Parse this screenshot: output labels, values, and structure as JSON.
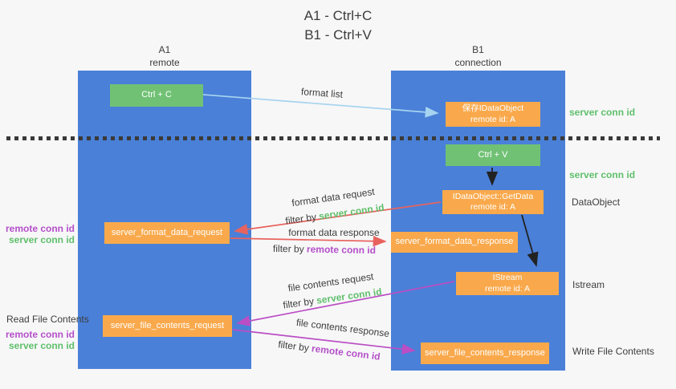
{
  "title": {
    "line1": "A1 - Ctrl+C",
    "line2": "B1 - Ctrl+V"
  },
  "lanes": {
    "left": {
      "name": "A1",
      "subtitle": "remote"
    },
    "right": {
      "name": "B1",
      "subtitle": "connection"
    }
  },
  "nodes": {
    "ctrl_c": {
      "label": "Ctrl + C"
    },
    "save_idataobject": {
      "line1": "保存IDataObject",
      "line2": "remote id: A"
    },
    "ctrl_v": {
      "label": "Ctrl + V"
    },
    "getdata": {
      "line1": "IDataObject::GetData",
      "line2": "remote id: A"
    },
    "format_data_request": {
      "label": "server_format_data_request"
    },
    "format_data_response": {
      "label": "server_format_data_response"
    },
    "istream": {
      "line1": "IStream",
      "line2": "remote id: A"
    },
    "file_contents_request": {
      "label": "server_file_contents_request"
    },
    "file_contents_response": {
      "label": "server_file_contents_response"
    }
  },
  "edge_labels": {
    "format_list": "format list",
    "format_data_request": "format data request",
    "format_data_response": "format data response",
    "file_contents_request": "file contents request",
    "file_contents_response": "file contents response",
    "filter_by": "filter by ",
    "server_conn_id": "server conn id",
    "remote_conn_id": "remote conn id"
  },
  "side_labels": {
    "remote_conn_id": "remote conn id",
    "server_conn_id": "server conn id",
    "read_file_contents": "Read File Contents",
    "dataobject": "DataObject",
    "istream": "Istream",
    "write_file_contents": "Write File Contents"
  },
  "colors": {
    "lane_blue": "#4a80d8",
    "action_green": "#71c175",
    "object_orange": "#f9a94c",
    "request_arrow_red": "#e8635e",
    "file_arrow_magenta": "#bb4ec4",
    "format_list_arrow_blue": "#a6d3ef",
    "server_conn_green": "#5fbf6b",
    "remote_conn_purple": "#b44fc8",
    "dotted_line": "#3a3a3a"
  }
}
